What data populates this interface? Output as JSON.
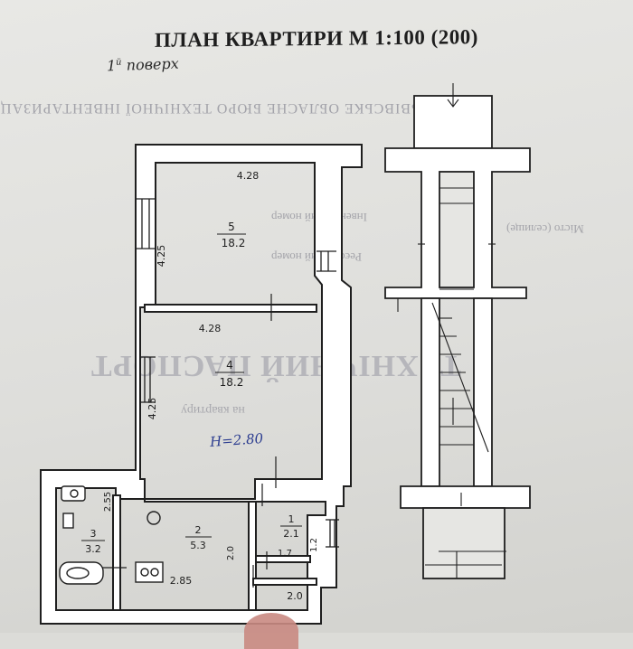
{
  "document": {
    "title": "ПЛАН КВАРТИРИ М 1:100 (200)",
    "floor_note": {
      "number": "1",
      "superscript": "й",
      "word": "поверх"
    },
    "background_print": {
      "header": "ЛЬВІВСЬКЕ ОБЛАСНЕ БЮРО ТЕХНІЧНОЇ ІНВЕНТАРИЗАЦ",
      "heading": "ТЕХНІЧНИЙ ПАСПОРТ",
      "subheading": "на квартиру",
      "field_1": "Інвентарний номер",
      "field_2": "Реєстровий номер",
      "field_3": "Місто (селище)"
    }
  },
  "rooms": [
    {
      "id": "5",
      "area": "18.2",
      "width": "4.28",
      "length": "4.25"
    },
    {
      "id": "4",
      "area": "18.2",
      "width": "4.28",
      "length": "4.25",
      "height_note": "H=2.80"
    },
    {
      "id": "3",
      "area": "3.2",
      "width": "2.55"
    },
    {
      "id": "2",
      "area": "5.3",
      "width": "2.85",
      "length": "2.0"
    },
    {
      "id": "1",
      "area": "2.1",
      "width": "1.7",
      "length": "1.2"
    }
  ],
  "extra_dims": {
    "entry_width": "2.0"
  },
  "colors": {
    "ink": "#1f1f1f",
    "paper": "#e2e2df",
    "wall_fill": "#ffffff",
    "pen": "#2b3c8f"
  }
}
